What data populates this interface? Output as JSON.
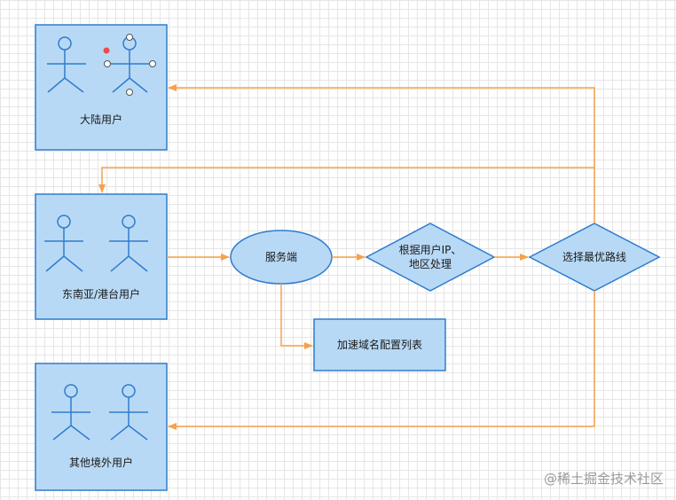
{
  "diagram": {
    "groups": {
      "mainland": {
        "label": "大陆用户"
      },
      "sea_hk": {
        "label": "东南亚/港台用户"
      },
      "other": {
        "label": "其他境外用户"
      }
    },
    "nodes": {
      "server": {
        "label": "服务端"
      },
      "ip_process": {
        "label_line1": "根据用户IP、",
        "label_line2": "地区处理"
      },
      "route_select": {
        "label": "选择最优路线"
      },
      "accel_list": {
        "label": "加速域名配置列表"
      }
    },
    "colors": {
      "box_fill": "#b8d9f5",
      "box_stroke": "#2f7ccf",
      "arrow": "#f5a24a",
      "handle_red": "#f04a4a"
    },
    "watermark": "@稀土掘金技术社区"
  }
}
